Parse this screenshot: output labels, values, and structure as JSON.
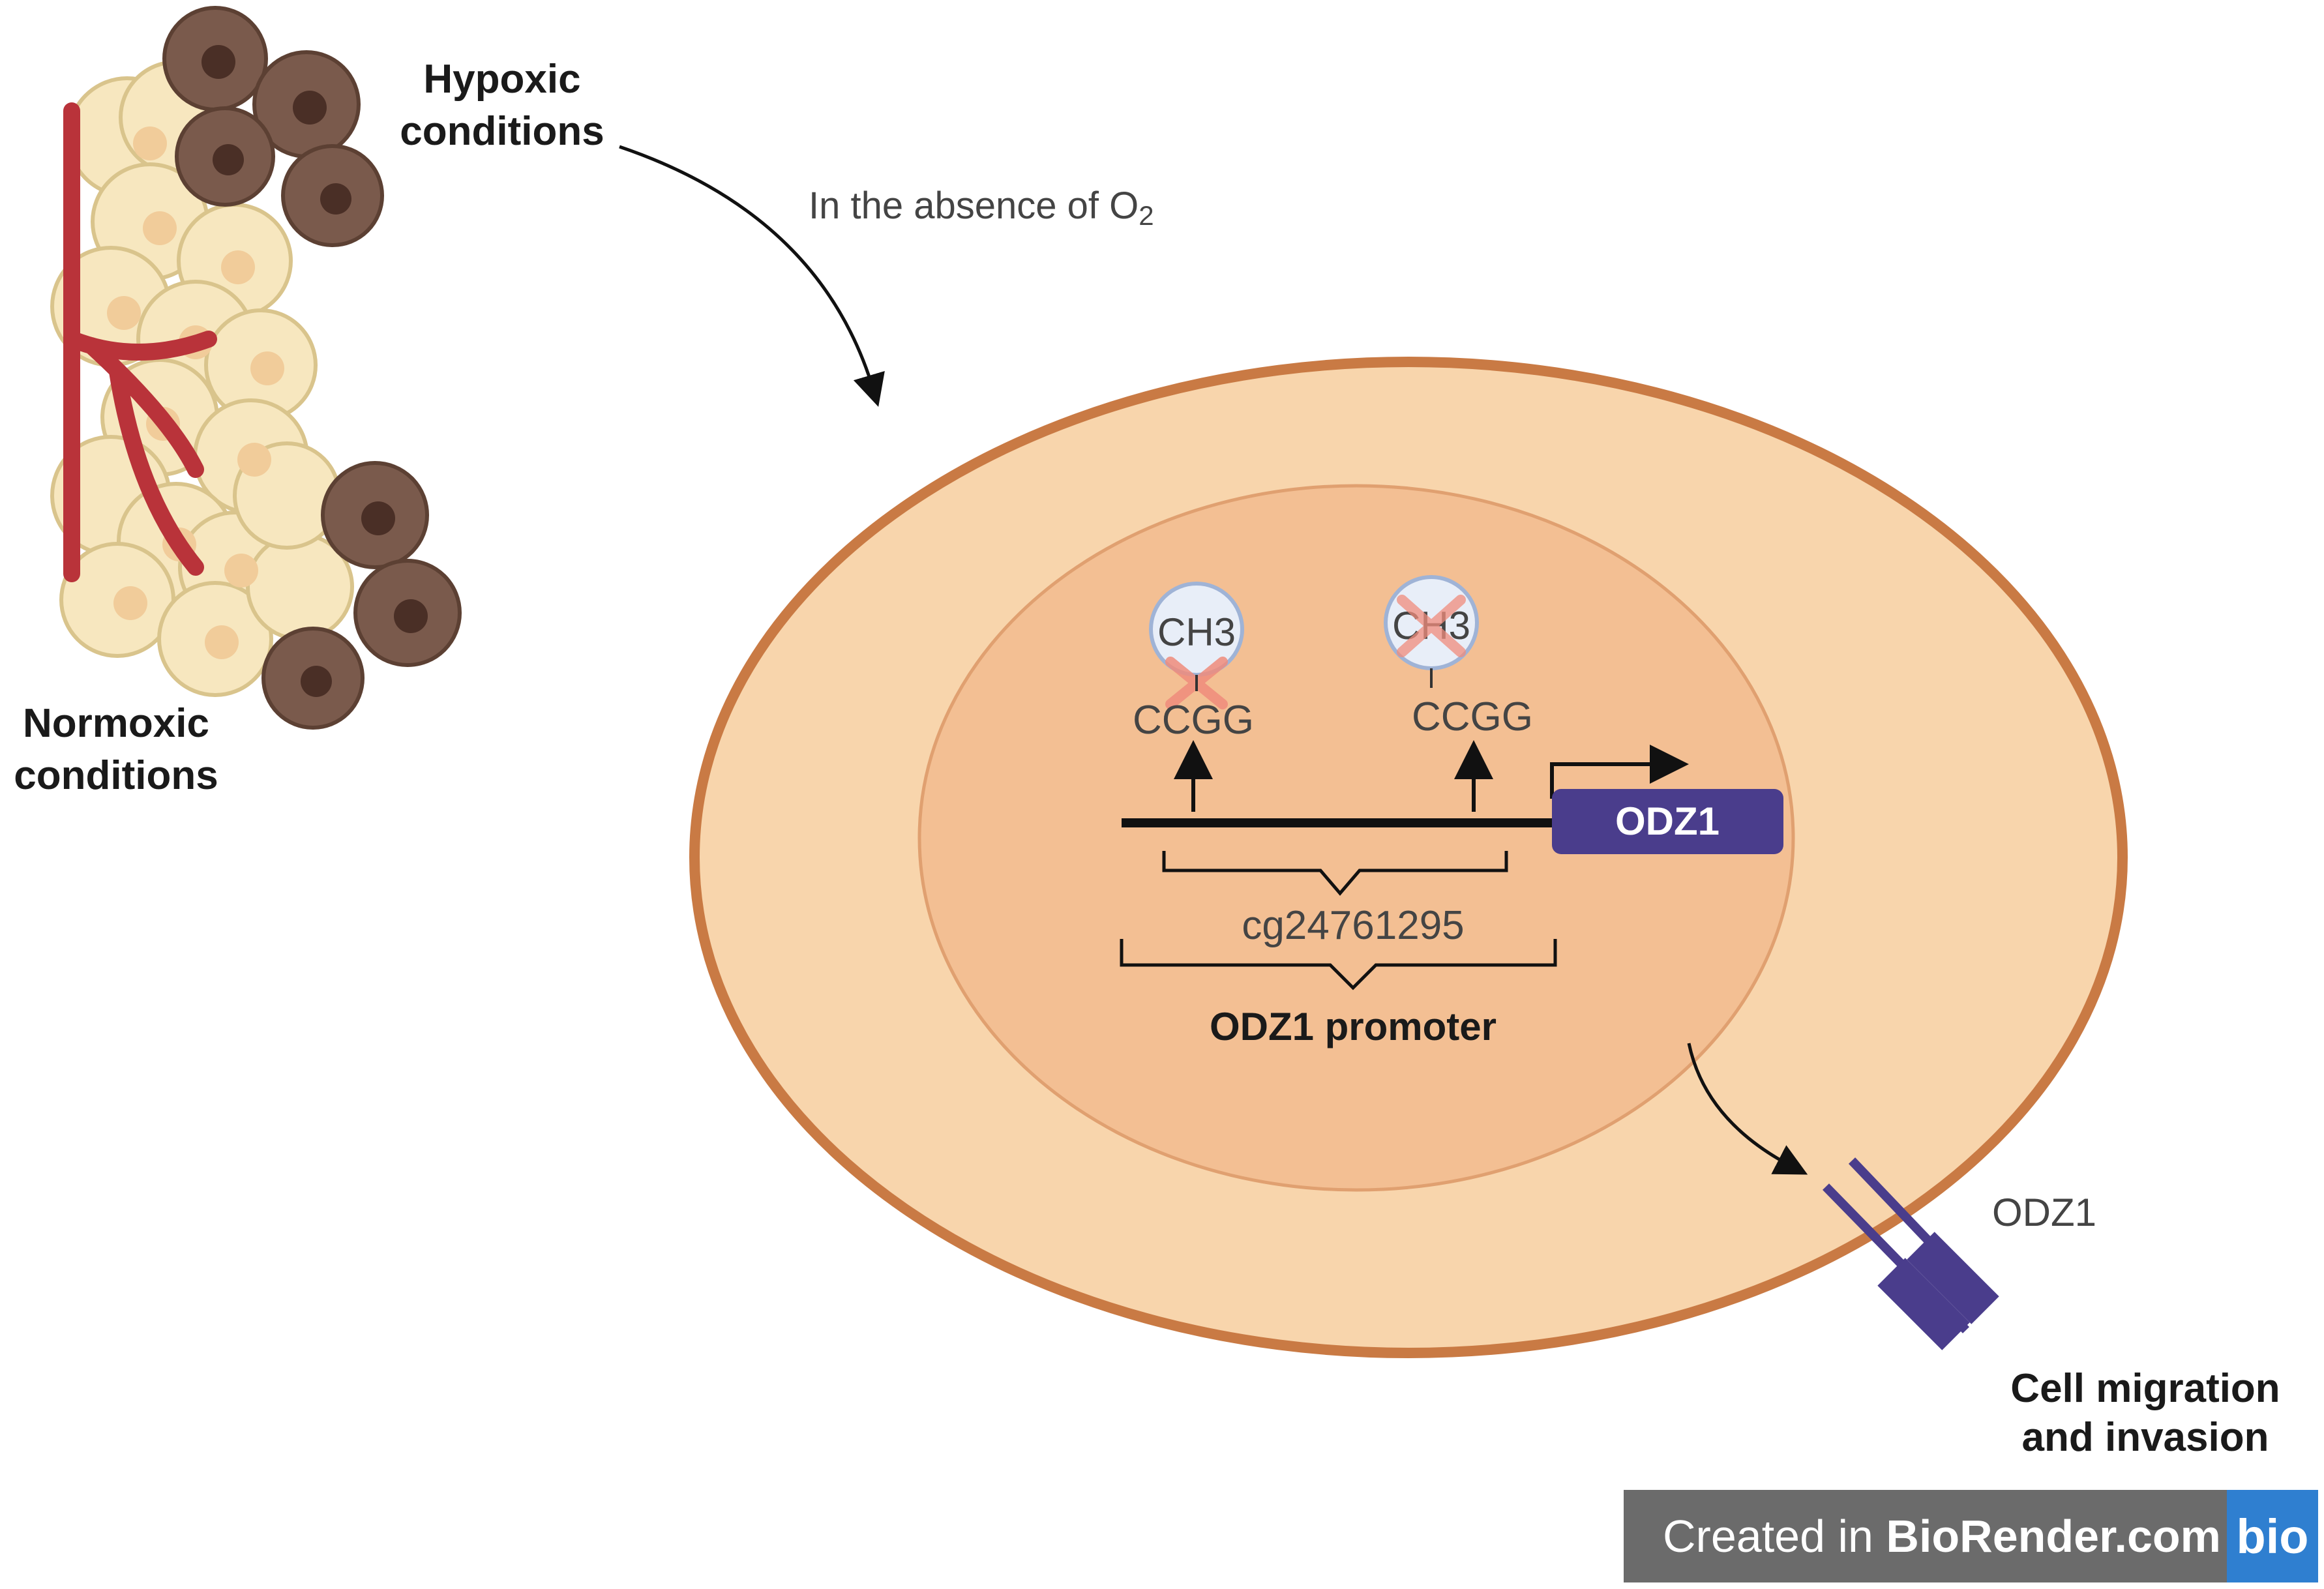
{
  "labels": {
    "hypoxic": [
      "Hypoxic",
      "conditions"
    ],
    "normoxic": [
      "Normoxic",
      "conditions"
    ],
    "absence_prefix": "In the absence of O",
    "absence_subscript": "2",
    "ch3_left": "CH3",
    "ch3_right": "CH3",
    "ccgg_left": "CCGG",
    "ccgg_right": "CCGG",
    "gene_box": "ODZ1",
    "cg_site": "cg24761295",
    "promoter": "ODZ1 promoter",
    "receptor": "ODZ1",
    "outcome": [
      "Cell migration",
      "and invasion"
    ]
  },
  "badge": {
    "prefix": "Created in ",
    "brand": "BioRender.com",
    "logo": "bio"
  },
  "colors": {
    "cell_outer": "#f8d5ac",
    "cell_border": "#c97a44",
    "nucleus": "#f3bf93",
    "gene_box": "#4a3d8c",
    "vessel": "#b9333a",
    "dark_cell": "#7a5a4c",
    "light_cell": "#f7e7bf",
    "cross": "#f08c7c"
  },
  "icons": [
    "tissue-illustration",
    "curved-arrow",
    "cross-mark",
    "transcription-arrow",
    "receptor-icon"
  ]
}
